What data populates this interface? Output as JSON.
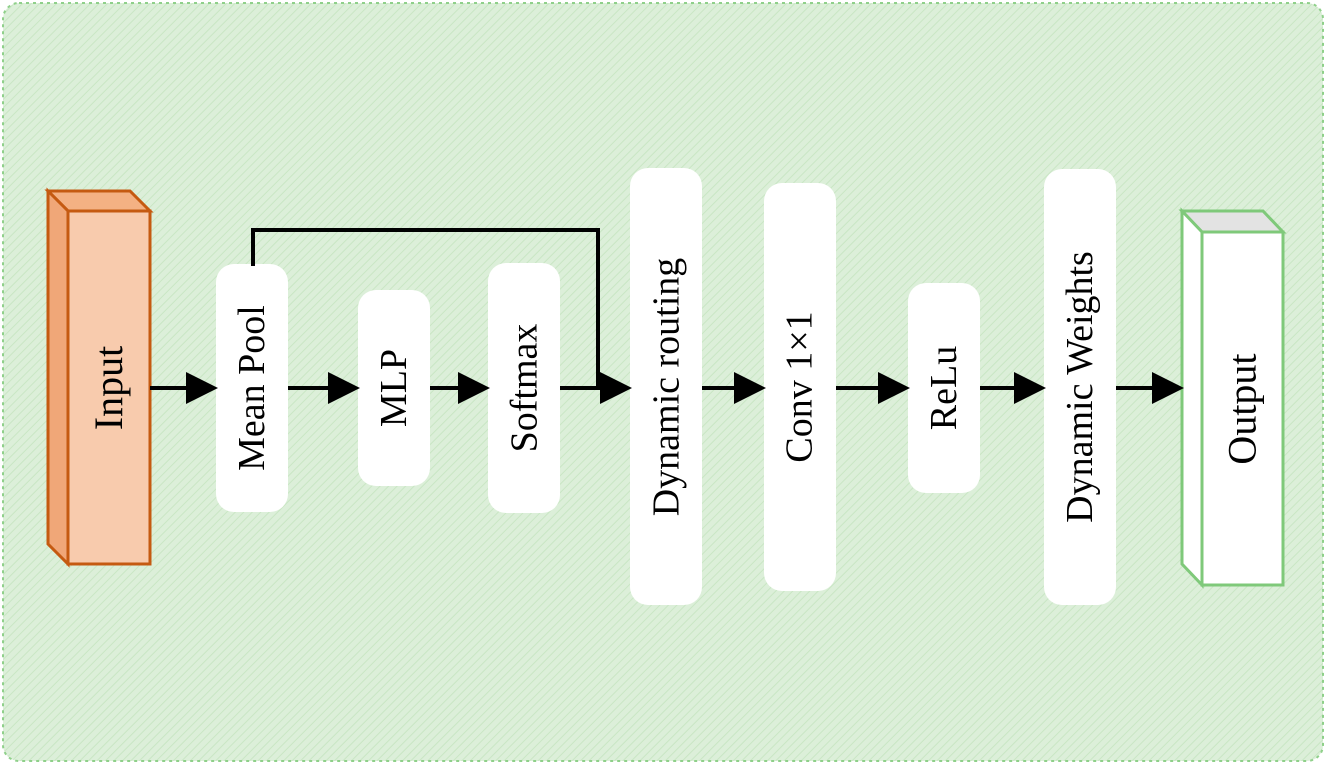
{
  "diagram": {
    "nodes": [
      {
        "id": "input",
        "label": "Input"
      },
      {
        "id": "mean_pool",
        "label": "Mean Pool"
      },
      {
        "id": "mlp",
        "label": "MLP"
      },
      {
        "id": "softmax",
        "label": "Softmax"
      },
      {
        "id": "dynamic_routing",
        "label": "Dynamic routing"
      },
      {
        "id": "conv",
        "label": "Conv 1×1"
      },
      {
        "id": "relu",
        "label": "ReLu"
      },
      {
        "id": "dynamic_weights",
        "label": "Dynamic Weights"
      },
      {
        "id": "output",
        "label": "Output"
      }
    ],
    "edges": [
      {
        "from": "input",
        "to": "mean_pool"
      },
      {
        "from": "mean_pool",
        "to": "mlp"
      },
      {
        "from": "mlp",
        "to": "softmax"
      },
      {
        "from": "softmax",
        "to": "dynamic_routing"
      },
      {
        "from": "mean_pool",
        "to": "dynamic_routing",
        "routing": "skip-over"
      },
      {
        "from": "dynamic_routing",
        "to": "conv"
      },
      {
        "from": "conv",
        "to": "relu"
      },
      {
        "from": "relu",
        "to": "dynamic_weights"
      },
      {
        "from": "dynamic_weights",
        "to": "output"
      }
    ]
  },
  "colors": {
    "background": "#dcefd9",
    "background_stripe": "#c9e6c4",
    "frame_border": "#8fd08a",
    "input_fill": "#f8cbad",
    "input_top": "#f4b183",
    "input_side": "#f0a778",
    "input_stroke": "#c55a11",
    "output_fill": "#ffffff",
    "output_top": "#e3e3e3",
    "output_stroke": "#7fc97a",
    "node_fill": "#ffffff",
    "arrow": "#000000"
  }
}
